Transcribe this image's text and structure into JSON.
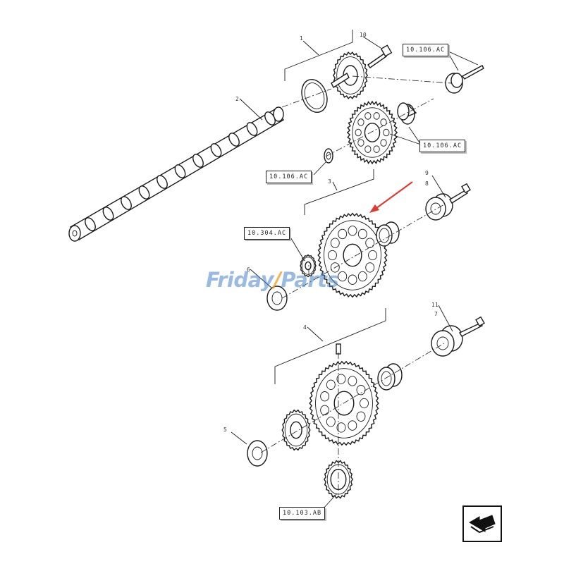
{
  "callouts": {
    "ref_top_right": "10.106.AC",
    "ref_mid_right": "10.106.AC",
    "ref_mid_left": "10.106.AC",
    "ref_gear": "10.304.AC",
    "ref_bottom": "10.103.AB"
  },
  "part_numbers": {
    "n1": "1",
    "n2": "2",
    "n3": "3",
    "n4": "4",
    "n5": "5",
    "n6": "6",
    "n7": "7",
    "n8": "8",
    "n9": "9",
    "n10": "10",
    "n11": "11"
  },
  "watermark": {
    "part1": "Friday",
    "part2": "Parts"
  },
  "colors": {
    "arrow": "#e03a2f",
    "watermark_blue": "#4682c8",
    "watermark_orange": "#f0a028"
  },
  "icons": {
    "nav": "return-arrow-icon"
  }
}
